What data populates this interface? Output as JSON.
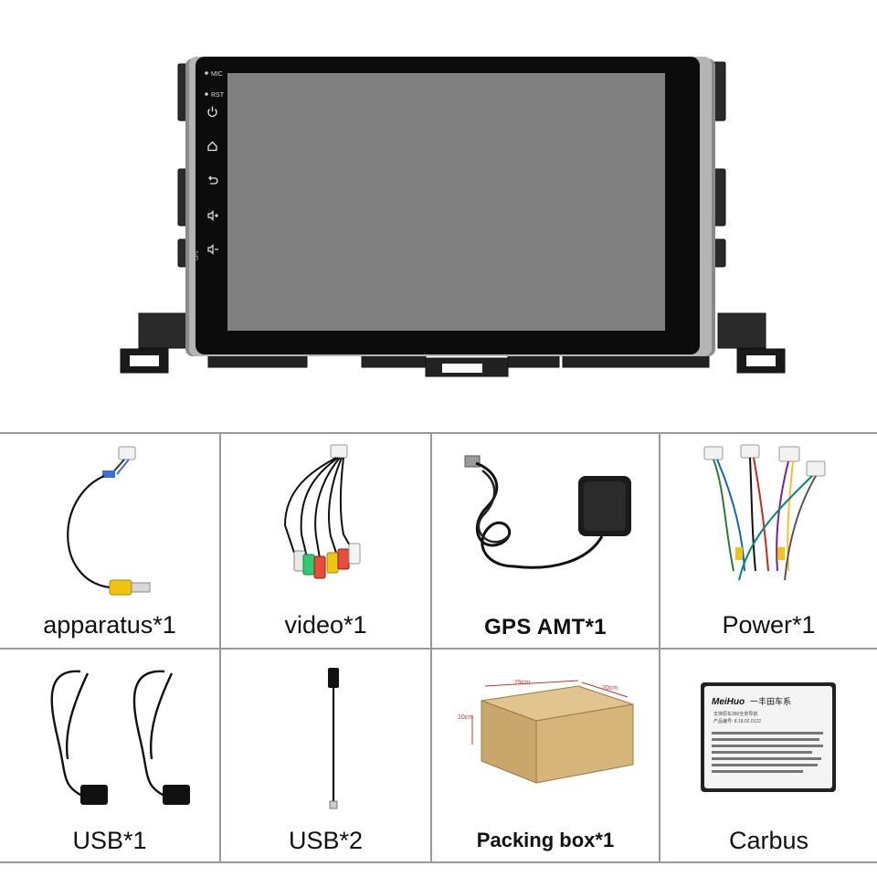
{
  "head_unit": {
    "side_button_labels": [
      "MIC",
      "RST"
    ],
    "side_icons": [
      "power-icon",
      "home-icon",
      "back-icon",
      "volume-up-icon",
      "volume-down-icon"
    ],
    "gps_port_label": "GPS",
    "screen_color": "#808080",
    "bezel_color": "#0c0c0c"
  },
  "accessories": [
    {
      "caption": "apparatus*1",
      "icon": "reverse-camera-cable"
    },
    {
      "caption": "video*1",
      "icon": "rca-video-cable"
    },
    {
      "caption": "GPS AMT*1",
      "icon": "gps-antenna"
    },
    {
      "caption": "Power*1",
      "icon": "power-harness"
    },
    {
      "caption": "USB*1",
      "icon": "usb-cables"
    },
    {
      "caption": "USB*2",
      "icon": "usb-extension-cable"
    },
    {
      "caption": "Packing box*1",
      "icon": "cardboard-box"
    },
    {
      "caption": "Carbus",
      "icon": "canbus-decoder"
    }
  ],
  "packing_box_dims": {
    "length": "29cm",
    "width": "20cm",
    "height": "10cm"
  },
  "carbus_label": {
    "brand": "MeiHuo",
    "model_line": "一丰田车系",
    "sub_line": "支持原车360全景导航",
    "code_line": "产品编号: 8.18.02.0122"
  },
  "grid_line_color": "#9a9a9a"
}
